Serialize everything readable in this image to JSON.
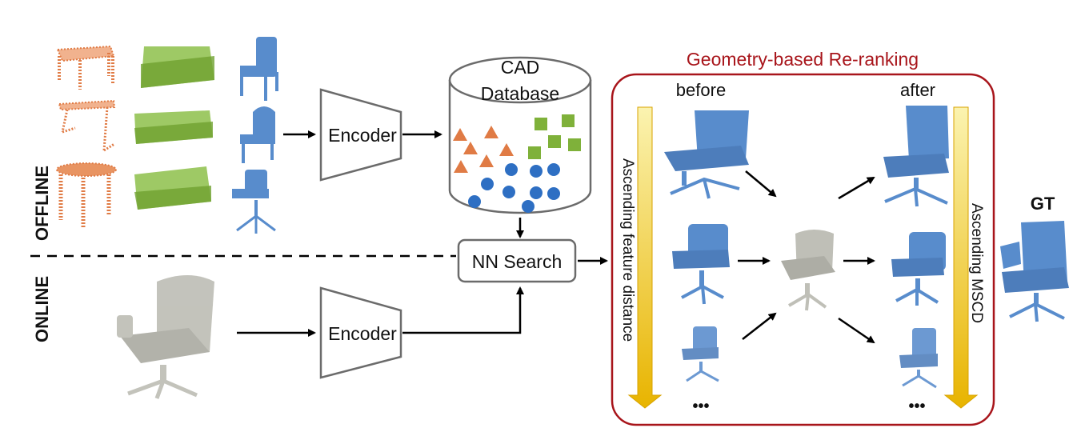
{
  "sections": {
    "offline": "OFFLINE",
    "online": "ONLINE"
  },
  "encoders": {
    "top": "Encoder",
    "bottom": "Encoder"
  },
  "database": {
    "line1": "CAD",
    "line2": "Database"
  },
  "nn_search": "NN Search",
  "rerank": {
    "title": "Geometry-based Re-ranking",
    "before": "before",
    "after": "after",
    "left_arrow_label": "Ascending feature distance",
    "right_arrow_label": "Ascending MSCD",
    "ellipsis_left": "•••",
    "ellipsis_right": "•••"
  },
  "gt": "GT",
  "colors": {
    "table": "#e07b45",
    "sofa": "#7fb13a",
    "chair": "#3b78c4",
    "query": "#b9b9b0",
    "rerank_border": "#a8151b",
    "arrow_fill": "#f3c623"
  }
}
